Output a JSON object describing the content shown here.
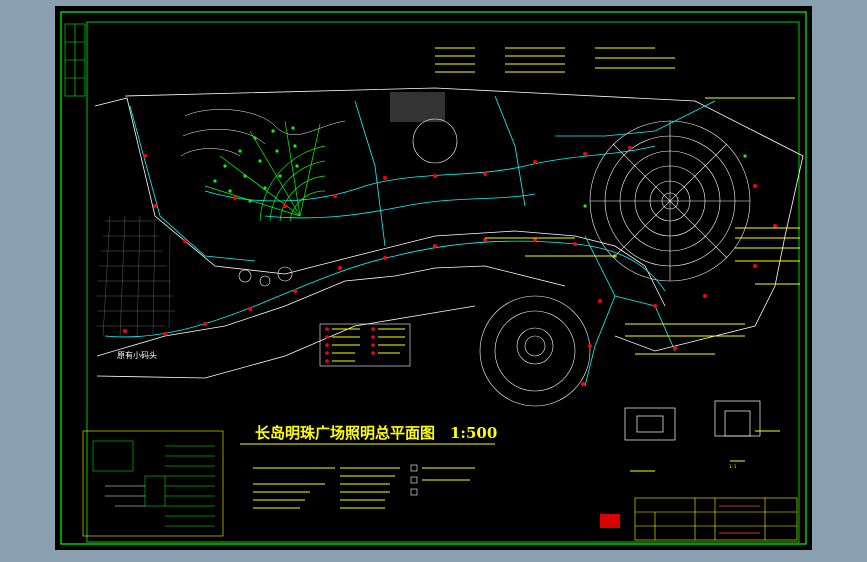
{
  "drawing": {
    "title": "长岛明珠广场照明总平面图",
    "scale": "1:500",
    "area_label": "原有小码头",
    "section_label": "1-1"
  },
  "colors": {
    "background": "#000000",
    "frame": "#00ff00",
    "cable": "#00ffff",
    "annotation": "#ffff00",
    "lamp": "#ff0000",
    "tree": "#00ff00",
    "outline": "#ffffff",
    "paving": "#888888"
  }
}
